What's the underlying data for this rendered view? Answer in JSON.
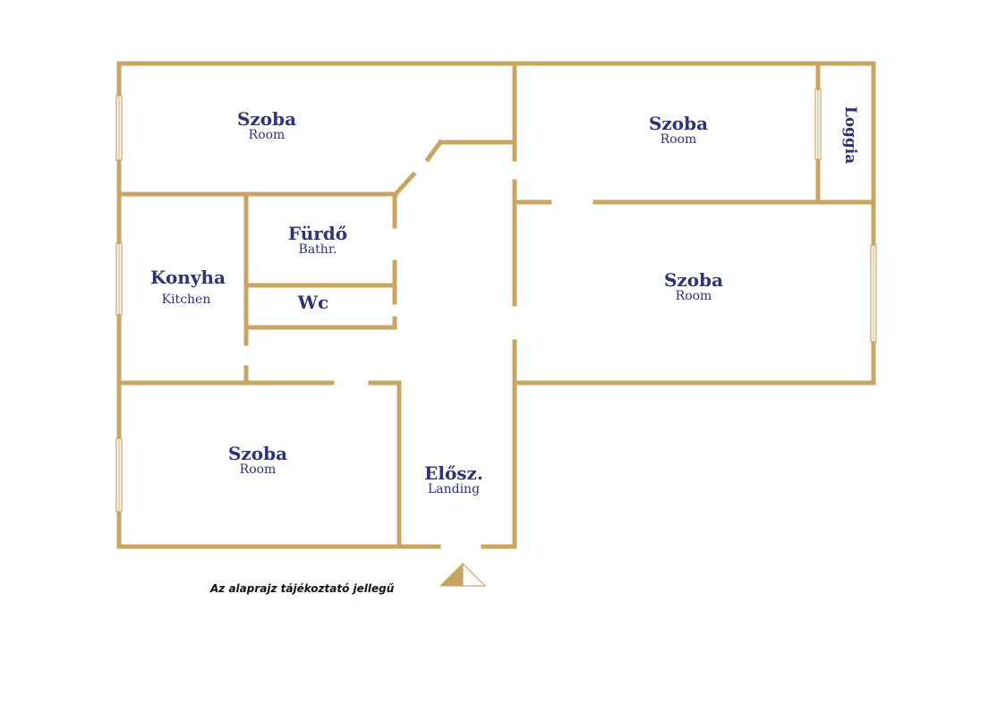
{
  "rooms": [
    {
      "id": "room-top-left",
      "name": "Szoba",
      "sub": "Room"
    },
    {
      "id": "room-top-right",
      "name": "Szoba",
      "sub": "Room"
    },
    {
      "id": "loggia",
      "name": "Loggia",
      "sub": ""
    },
    {
      "id": "bathroom",
      "name": "Fürdő",
      "sub": "Bathr."
    },
    {
      "id": "kitchen",
      "name": "Konyha",
      "sub": "Kitchen"
    },
    {
      "id": "wc",
      "name": "Wc",
      "sub": ""
    },
    {
      "id": "room-middle-right",
      "name": "Szoba",
      "sub": "Room"
    },
    {
      "id": "room-bottom-left",
      "name": "Szoba",
      "sub": "Room"
    },
    {
      "id": "landing",
      "name": "Elősz.",
      "sub": "Landing"
    }
  ],
  "note": "Az alaprajz tájékoztató jellegű",
  "colors": {
    "wall": "#C9A564",
    "label": "#2E3279",
    "background": "#FFFFFF"
  }
}
